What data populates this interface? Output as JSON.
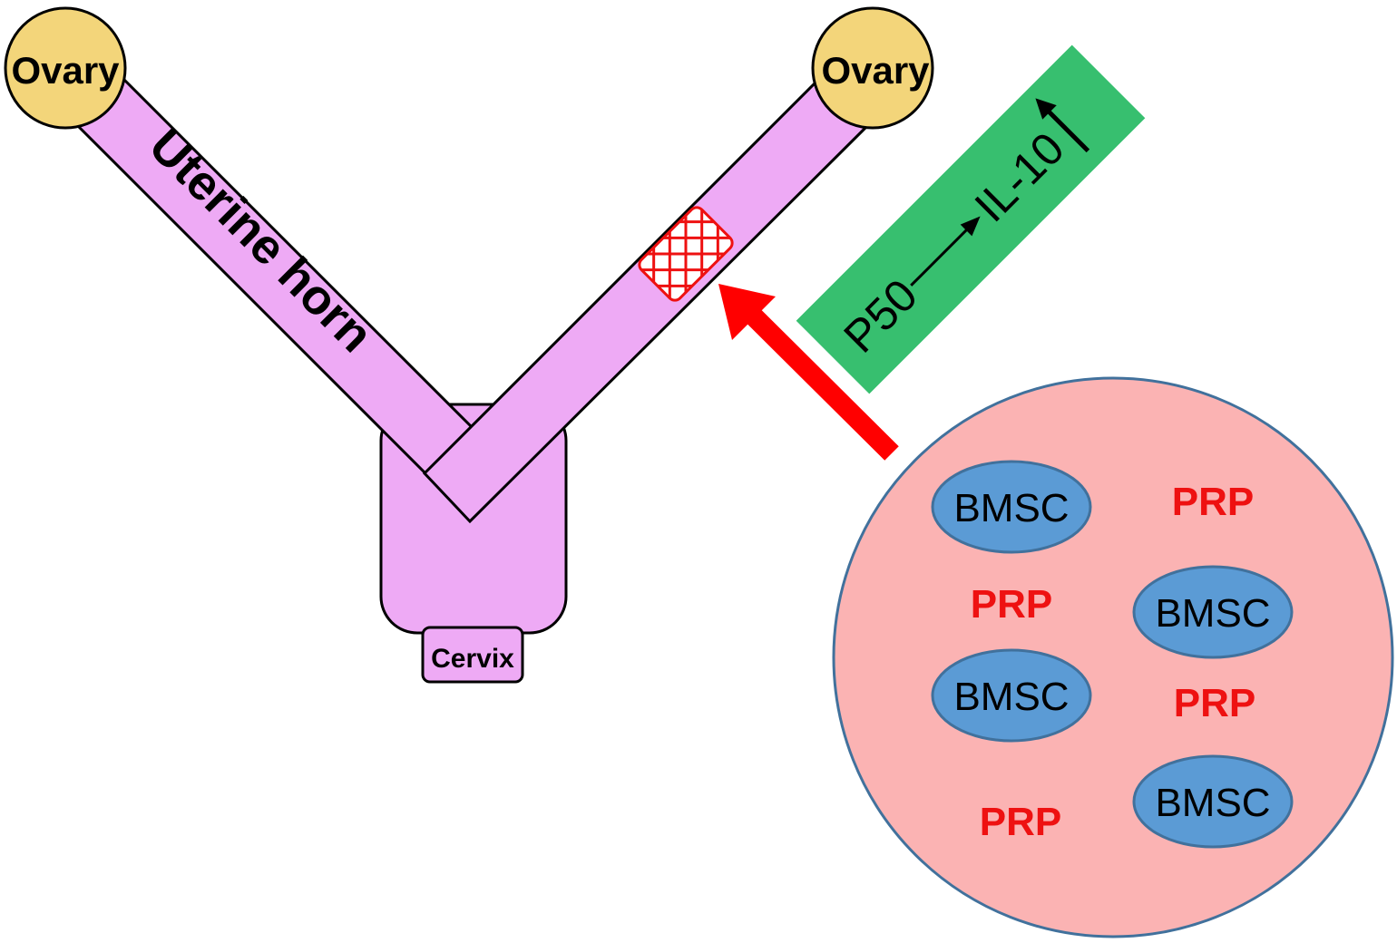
{
  "labels": {
    "ovary_left": "Ovary",
    "ovary_right": "Ovary",
    "uterine_horn": "Uterine horn",
    "cervix": "Cervix",
    "pathway_from": "P50",
    "pathway_to": "IL-10"
  },
  "circle_items": [
    {
      "kind": "cell",
      "text": "BMSC"
    },
    {
      "kind": "factor",
      "text": "PRP"
    },
    {
      "kind": "factor",
      "text": "PRP"
    },
    {
      "kind": "cell",
      "text": "BMSC"
    },
    {
      "kind": "cell",
      "text": "BMSC"
    },
    {
      "kind": "factor",
      "text": "PRP"
    },
    {
      "kind": "factor",
      "text": "PRP"
    },
    {
      "kind": "cell",
      "text": "BMSC"
    }
  ],
  "colors": {
    "uterus": "#eeaaf5",
    "ovary": "#f3d57a",
    "pathway_box": "#37bf6f",
    "circle_fill": "#fbb3b3",
    "circle_stroke": "#41719c",
    "cell_fill": "#5b9bd5",
    "factor_text": "#ee1111",
    "arrow": "#ff0000"
  }
}
